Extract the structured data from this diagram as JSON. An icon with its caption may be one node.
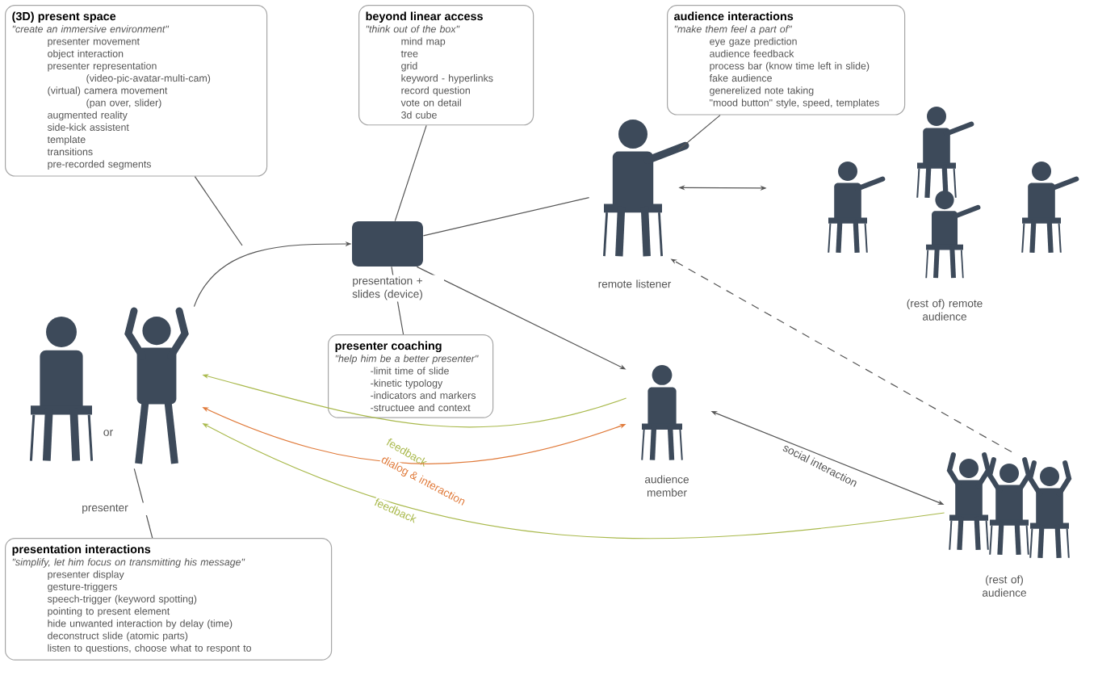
{
  "diagram": {
    "nodes": [
      {
        "text": [
          "(3D) present space",
          "\"create an immersive environment\"",
          "presenter movement",
          "object interaction",
          "presenter representation",
          "(video-pic-avatar-multi-cam)",
          "(virtual) camera movement",
          "(pan over, slider)",
          "augmented reality",
          "side-kick assistent",
          "template",
          "transitions",
          "pre-recorded segments"
        ]
      },
      {
        "text": [
          "beyond linear access",
          "\"think out of the box\"",
          "mind map",
          "tree",
          "grid",
          "keyword - hyperlinks",
          "record question",
          "vote on detail",
          "3d cube"
        ]
      },
      {
        "text": [
          "audience interactions",
          "\"make them feel a part of\"",
          "eye gaze prediction",
          "audience feedback",
          "process bar (know time left in slide)",
          "fake audience",
          "generelized note taking",
          "\"mood button\" style, speed, templates"
        ]
      },
      {
        "text": [],
        "shape": "box",
        "beside": [
          "presentation + slides (device)"
        ]
      },
      {
        "text": [
          "presenter coaching",
          "\"help him be a better presenter\"",
          "-limit time of slide",
          "-kinetic typology",
          "-indicators and markers",
          "-structuee and context"
        ]
      },
      {
        "text": [],
        "shape": "person",
        "beside": [
          "presenter"
        ]
      },
      {
        "text": [],
        "shape": "person",
        "beside": [
          "remote listener"
        ]
      },
      {
        "text": [],
        "shape": "person",
        "beside": [
          "(rest of) remote audience"
        ]
      },
      {
        "text": [],
        "shape": "person",
        "beside": [
          "audience member"
        ]
      },
      {
        "text": [],
        "shape": "person",
        "beside": [
          "(rest of) audience"
        ]
      },
      {
        "text": [
          "presentation interactions",
          "\"simplify, let him focus on transmitting his message\"",
          "presenter display",
          "gesture-triggers",
          "speech-trigger (keyword spotting)",
          "pointing to present element",
          "hide unwanted interaction by delay (time)",
          "deconstruct slide (atomic parts)",
          "listen to questions, choose what to respont to"
        ]
      }
    ],
    "edges": [
      {
        "from": 0,
        "to": null,
        "arrow": "none"
      },
      {
        "from": 5,
        "to": 3,
        "arrow": "to"
      },
      {
        "from": 1,
        "to": 3,
        "arrow": "none"
      },
      {
        "from": 2,
        "to": 6,
        "arrow": "none"
      },
      {
        "from": 3,
        "to": 6,
        "arrow": "none"
      },
      {
        "from": 3,
        "to": 8,
        "arrow": "to"
      },
      {
        "from": 4,
        "to": 3,
        "arrow": "none"
      },
      {
        "from": 6,
        "to": 7,
        "arrow": "both"
      },
      {
        "from": 9,
        "to": 6,
        "arrow": "to",
        "style": "dashed"
      },
      {
        "from": 8,
        "to": 9,
        "arrow": "both",
        "label": "social interaction"
      },
      {
        "from": 8,
        "to": 5,
        "arrow": "to",
        "label": "feedback",
        "color": "#a9b94c"
      },
      {
        "from": 5,
        "to": 8,
        "arrow": "both",
        "label": "dialog & interaction",
        "color": "#e07a3a"
      },
      {
        "from": 9,
        "to": 5,
        "arrow": "to",
        "label": "feedback",
        "color": "#a9b94c"
      },
      {
        "from": 10,
        "to": 5,
        "arrow": "none"
      }
    ],
    "labels": [
      "or"
    ]
  }
}
